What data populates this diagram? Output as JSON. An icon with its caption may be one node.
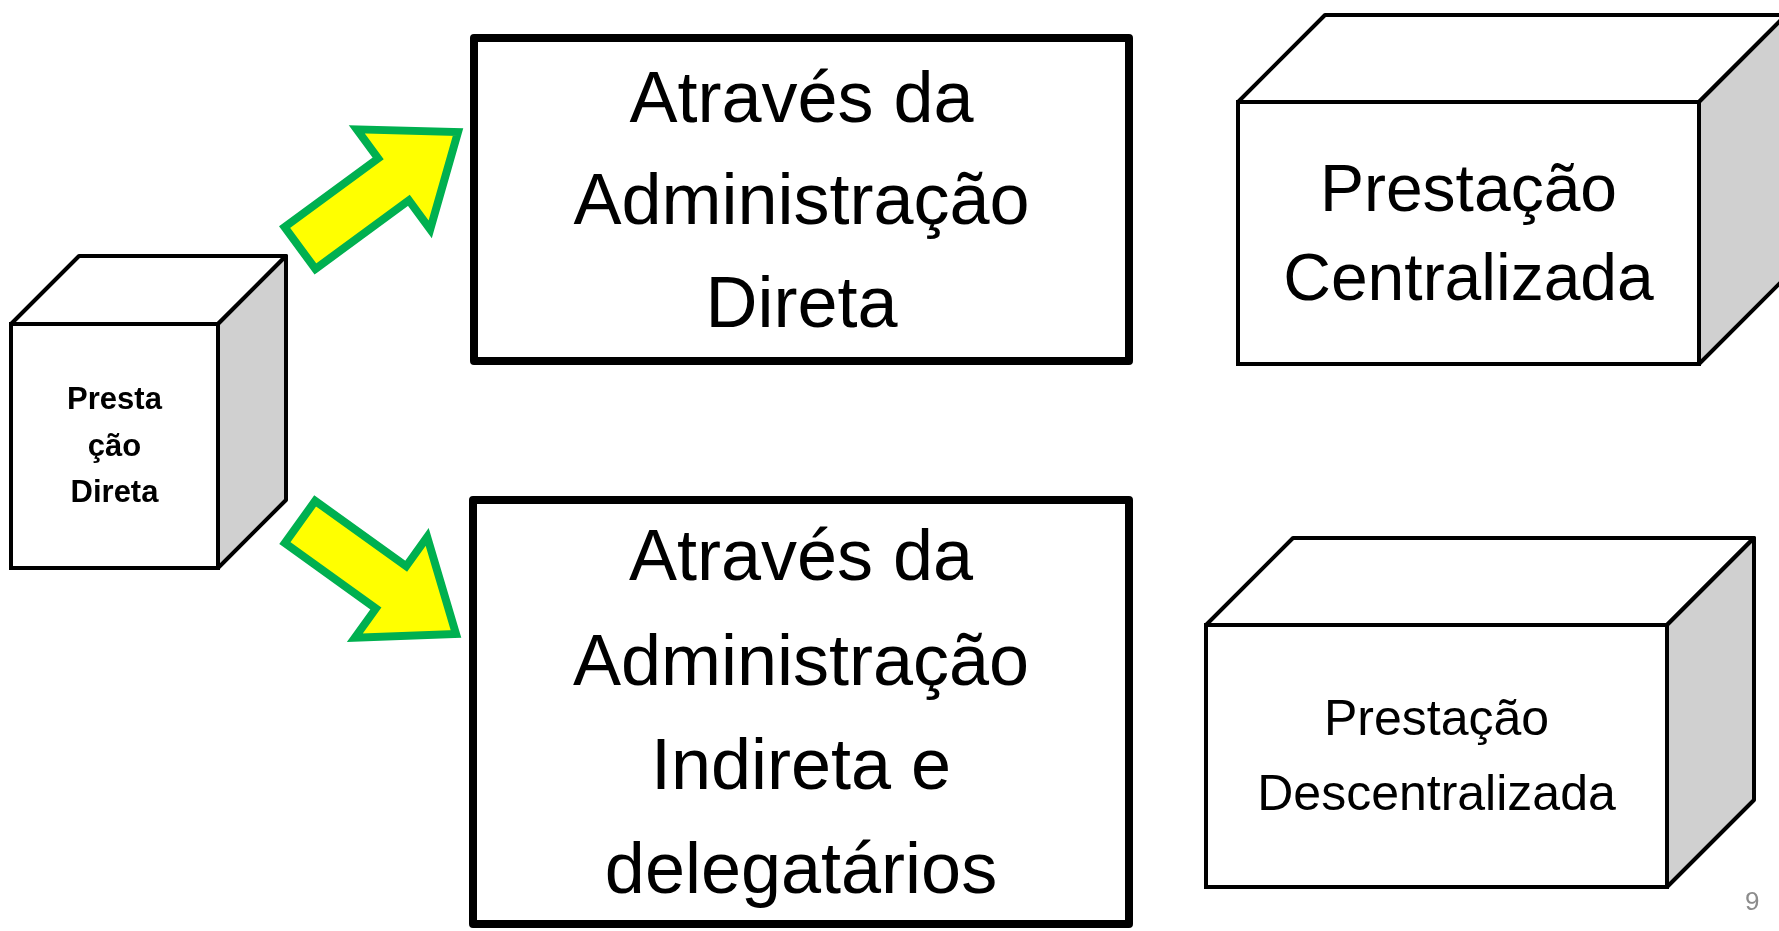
{
  "diagram": {
    "nodes": [
      {
        "text": [
          "Presta ção Direta"
        ]
      },
      {
        "text": [
          "Através da Administração Direta"
        ]
      },
      {
        "text": [
          "Através da Administração Indireta e delegatários"
        ]
      },
      {
        "text": [
          "Prestação Centralizada"
        ]
      },
      {
        "text": [
          "Prestação Descentralizada"
        ]
      }
    ],
    "edges": [
      {
        "from": 0,
        "to": 1,
        "arrow": "to"
      },
      {
        "from": 0,
        "to": 2,
        "arrow": "to"
      }
    ],
    "labels": [
      "9"
    ]
  }
}
